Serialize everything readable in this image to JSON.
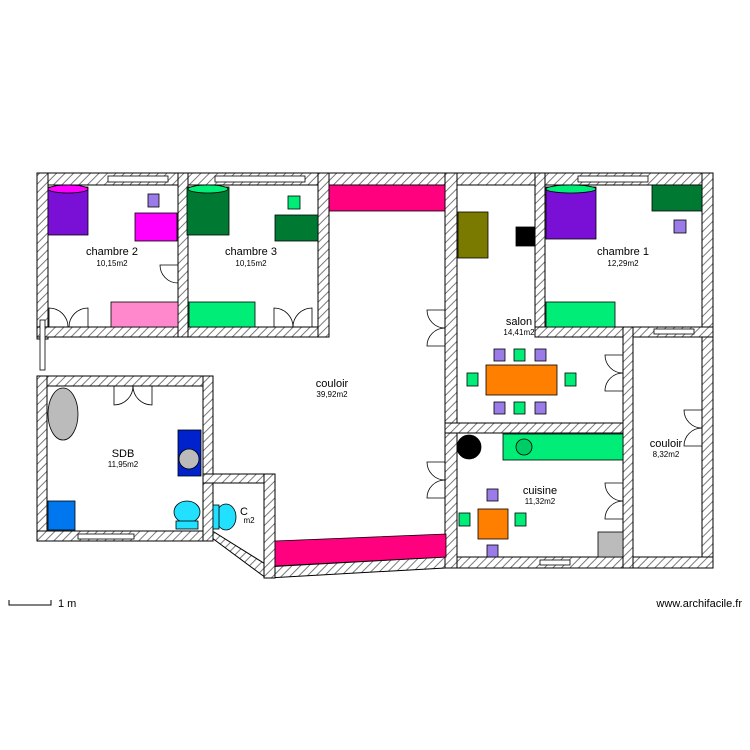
{
  "rooms": [
    {
      "id": "chambre2",
      "name": "chambre 2",
      "area": "10,15m2"
    },
    {
      "id": "chambre3",
      "name": "chambre 3",
      "area": "10,15m2"
    },
    {
      "id": "chambre1",
      "name": "chambre 1",
      "area": "12,29m2"
    },
    {
      "id": "salon",
      "name": "salon",
      "area": "14,41m2"
    },
    {
      "id": "couloir",
      "name": "couloir",
      "area": "39,92m2"
    },
    {
      "id": "sdb",
      "name": "SDB",
      "area": "11,95m2"
    },
    {
      "id": "cuisine",
      "name": "cuisine",
      "area": "11,32m2"
    },
    {
      "id": "couloir2",
      "name": "couloir",
      "area": "8,32m2"
    },
    {
      "id": "wc",
      "name": "C",
      "area": "m2"
    }
  ],
  "scale": {
    "label": "1 m"
  },
  "watermark": "www.archifacile.fr",
  "colors": {
    "wall_hatch": "#888888",
    "purple": "#7a10d6",
    "magenta": "#ff00ff",
    "dark_green": "#007a33",
    "bright_green": "#00ee77",
    "pink": "#ff88cc",
    "hot_pink": "#ff007f",
    "olive": "#7a7a00",
    "orange": "#ff8000",
    "blue": "#0055ee",
    "cyan": "#22e0ff",
    "gray": "#bbbbbb",
    "lavender": "#9b7be8"
  }
}
